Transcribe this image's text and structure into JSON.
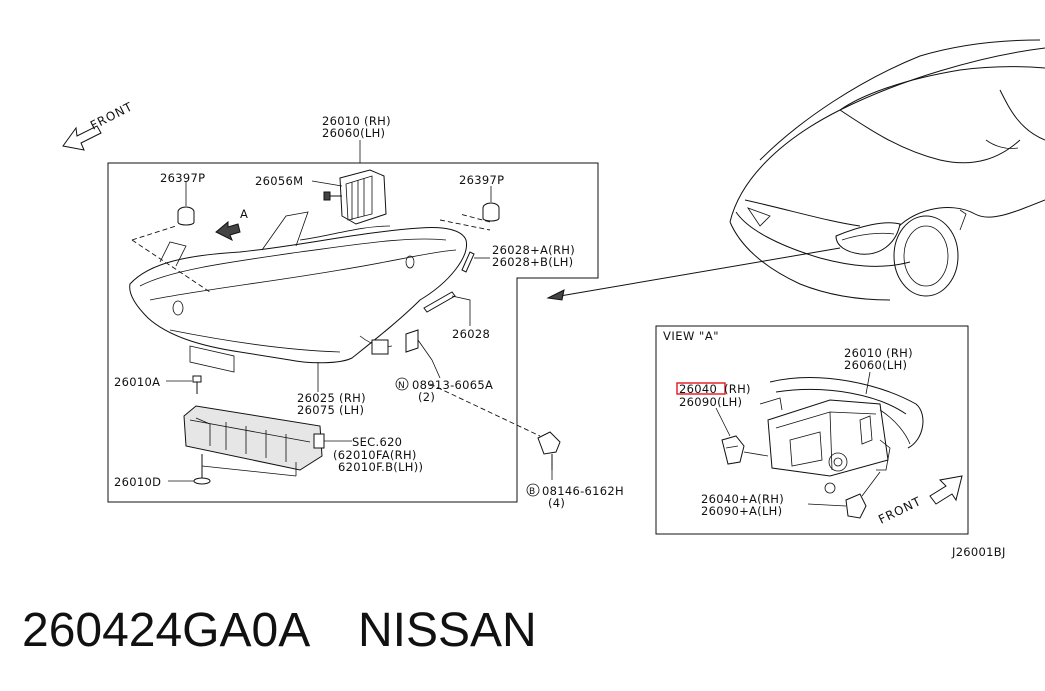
{
  "diagram": {
    "front_label_left": "FRONT",
    "front_label_right": "FRONT",
    "arrow_a_label": "A",
    "view_title": "VIEW \"A\"",
    "diagram_code": "J26001BJ",
    "caption": {
      "part_number": "260424GA0A",
      "brand": "NISSAN"
    },
    "callouts_main": {
      "p26010_rh": "26010 (RH)",
      "p26060_lh": "26060(LH)",
      "p26397p_left": "26397P",
      "p26056m": "26056M",
      "p26397p_right": "26397P",
      "p26028a": "26028+A(RH)",
      "p26028b": "26028+B(LH)",
      "p26028": "26028",
      "p26010a": "26010A",
      "p26025": "26025 (RH)",
      "p26075": "26075 (LH)",
      "n_symbol": "N",
      "p08913": "08913-6065A",
      "p08913_qty": "(2)",
      "sec620": "SEC.620",
      "p62010fa": "(62010FA(RH)",
      "p62010fb": "62010F.B(LH))",
      "p26010d": "26010D",
      "b_symbol": "B",
      "p08146": "08146-6162H",
      "p08146_qty": "(4)"
    },
    "callouts_view": {
      "v26010": "26010 (RH)",
      "v26060": "26060(LH)",
      "v26040": "26040",
      "v26040_suffix": "(RH)",
      "v26090": "26090(LH)",
      "v26040a": "26040+A(RH)",
      "v26090a": "26090+A(LH)"
    },
    "highlight_color": "#e8141c"
  }
}
